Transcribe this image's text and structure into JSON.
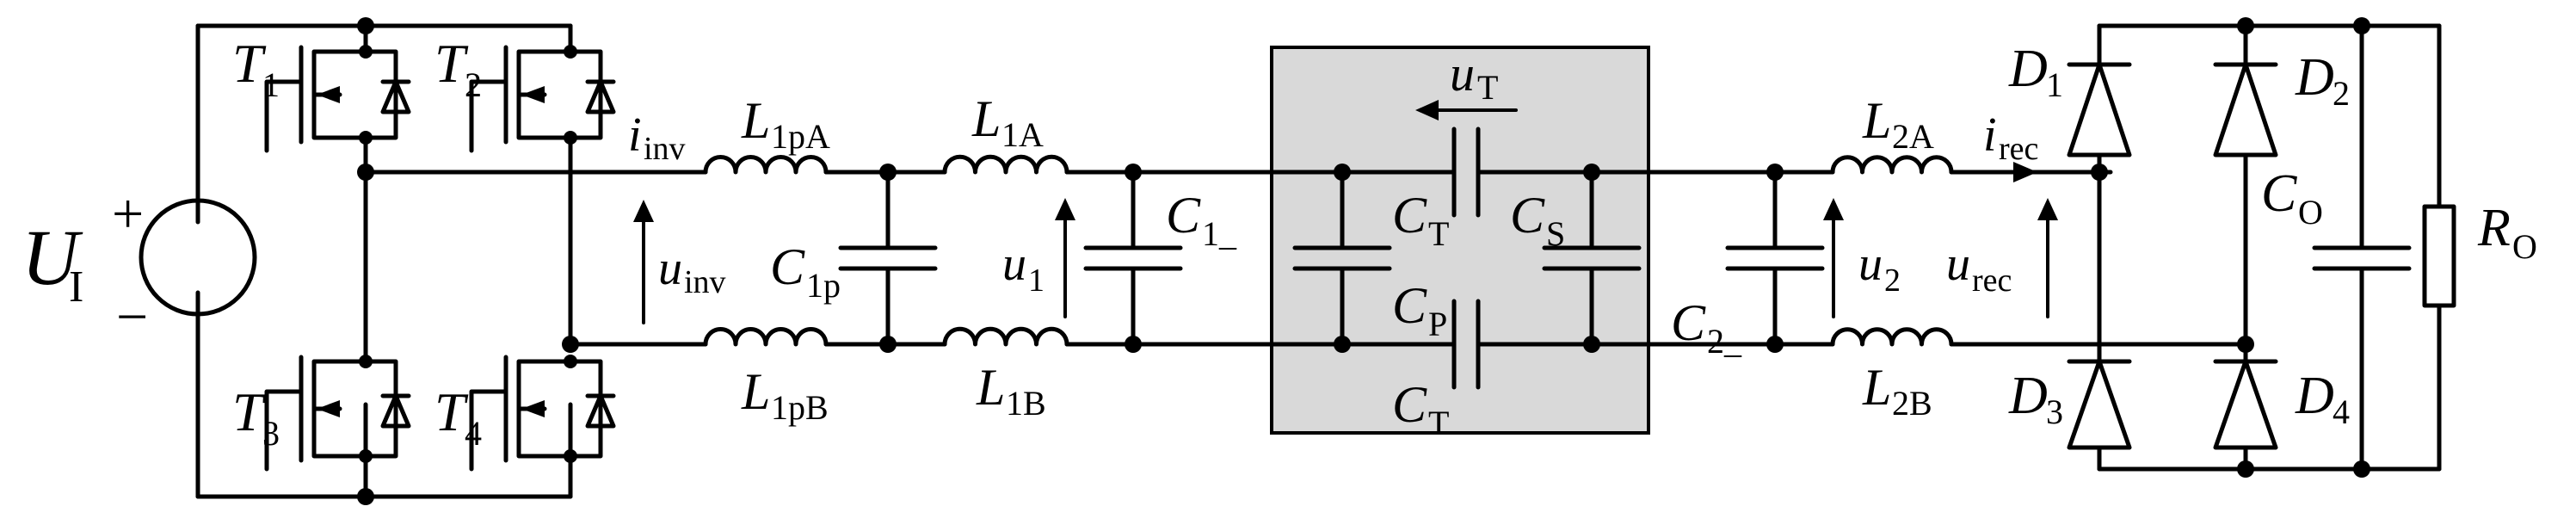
{
  "colors": {
    "wire": "#000000",
    "coupler_box": "#d9d9d9",
    "background": "#ffffff"
  },
  "labels": {
    "UI": {
      "main": "U",
      "sub": "I"
    },
    "plus": "+",
    "minus": "−",
    "T1": {
      "main": "T",
      "sub": "1"
    },
    "T2": {
      "main": "T",
      "sub": "2"
    },
    "T3": {
      "main": "T",
      "sub": "3"
    },
    "T4": {
      "main": "T",
      "sub": "4"
    },
    "iinv": {
      "main": "i",
      "sub": "inv"
    },
    "uinv": {
      "main": "u",
      "sub": "inv"
    },
    "L1pA": {
      "main": "L",
      "sub": "1pA"
    },
    "L1pB": {
      "main": "L",
      "sub": "1pB"
    },
    "C1p": {
      "main": "C",
      "sub": "1p"
    },
    "L1A": {
      "main": "L",
      "sub": "1A"
    },
    "L1B": {
      "main": "L",
      "sub": "1B"
    },
    "u1": {
      "main": "u",
      "sub": "1"
    },
    "C1": {
      "main": "C",
      "sub": "1_"
    },
    "uT": {
      "main": "u",
      "sub": "T"
    },
    "CT_top": {
      "main": "C",
      "sub": "T"
    },
    "CT_bot": {
      "main": "C",
      "sub": "T"
    },
    "CS": {
      "main": "C",
      "sub": "S"
    },
    "CP": {
      "main": "C",
      "sub": "P"
    },
    "C2": {
      "main": "C",
      "sub": "2_"
    },
    "u2": {
      "main": "u",
      "sub": "2"
    },
    "L2A": {
      "main": "L",
      "sub": "2A"
    },
    "L2B": {
      "main": "L",
      "sub": "2B"
    },
    "irec": {
      "main": "i",
      "sub": "rec"
    },
    "urec": {
      "main": "u",
      "sub": "rec"
    },
    "D1": {
      "main": "D",
      "sub": "1"
    },
    "D2": {
      "main": "D",
      "sub": "2"
    },
    "D3": {
      "main": "D",
      "sub": "3"
    },
    "D4": {
      "main": "D",
      "sub": "4"
    },
    "CO": {
      "main": "C",
      "sub": "O"
    },
    "RO": {
      "main": "R",
      "sub": "O"
    }
  }
}
